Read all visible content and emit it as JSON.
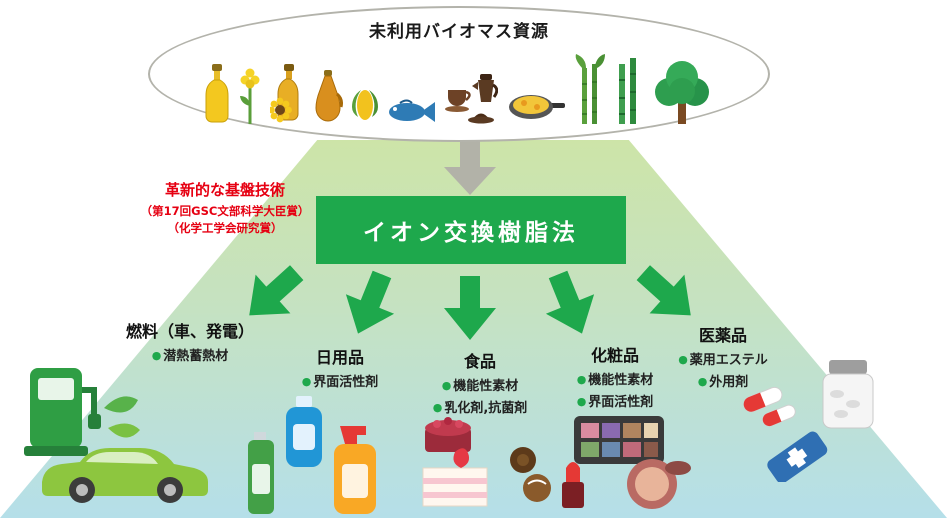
{
  "colors": {
    "accent_green": "#1ea84c",
    "award_red": "#e60012",
    "fan_top": "#cde4a8",
    "fan_bottom": "#b5dfe9",
    "arrow_gray": "#b2b2a8"
  },
  "source": {
    "title": "未利用バイオマス資源",
    "icons": [
      "oil-bottle",
      "rapeseed-flower",
      "sunflower-oil-bottle",
      "oil-cruet",
      "corn",
      "fish",
      "coffee-set",
      "frying-pan",
      "sugarcane",
      "bamboo",
      "tree"
    ]
  },
  "award": {
    "line1": "革新的な基盤技術",
    "line2": "（第17回GSC文部科学大臣賞）",
    "line3": "（化学工学会研究賞）"
  },
  "process": {
    "label": "イオン交換樹脂法"
  },
  "bullet": "●",
  "categories": [
    {
      "title": "燃料（車、発電）",
      "items": [
        "潜熱蓄熱材"
      ],
      "icons": [
        "fuel-pump",
        "leaf",
        "car"
      ]
    },
    {
      "title": "日用品",
      "items": [
        "界面活性剤"
      ],
      "icons": [
        "green-bottle",
        "blue-bottle",
        "spray-bottle"
      ]
    },
    {
      "title": "食品",
      "items": [
        "機能性素材",
        "乳化剤,抗菌剤"
      ],
      "icons": [
        "berry-cake",
        "cake-slice",
        "chocolate-truffles"
      ]
    },
    {
      "title": "化粧品",
      "items": [
        "機能性素材",
        "界面活性剤"
      ],
      "icons": [
        "eyeshadow-palette",
        "lipstick",
        "compact"
      ]
    },
    {
      "title": "医薬品",
      "items": [
        "薬用エステル",
        "外用剤"
      ],
      "icons": [
        "capsules",
        "pill-bottle",
        "ointment-tube"
      ]
    }
  ]
}
